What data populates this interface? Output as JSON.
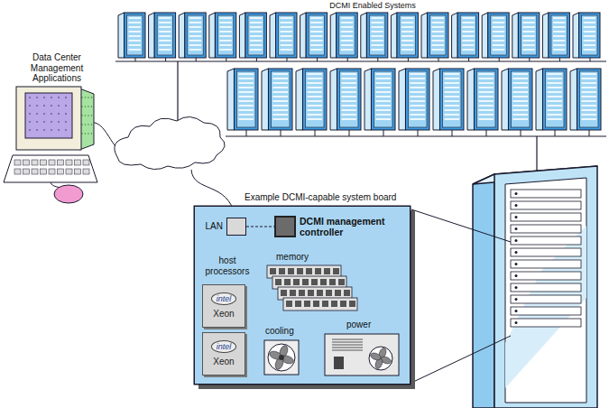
{
  "diagram": {
    "title": "DCMI Enabled Systems",
    "nodes": [
      {
        "text": [
          "Example DCMI-capable system board"
        ]
      },
      {
        "text": [
          "LAN"
        ],
        "in": 0
      },
      {
        "text": [
          "DCMI management controller"
        ],
        "in": 0
      },
      {
        "text": [
          "intel",
          "Xeon"
        ],
        "in": 0
      },
      {
        "text": [
          "intel",
          "Xeon"
        ],
        "in": 0
      }
    ],
    "edges": [
      {
        "from": 1,
        "to": 2,
        "arrow": "none"
      }
    ],
    "labels": [
      "Data Center Management Applications",
      "host processors",
      "memory",
      "cooling",
      "power"
    ]
  }
}
